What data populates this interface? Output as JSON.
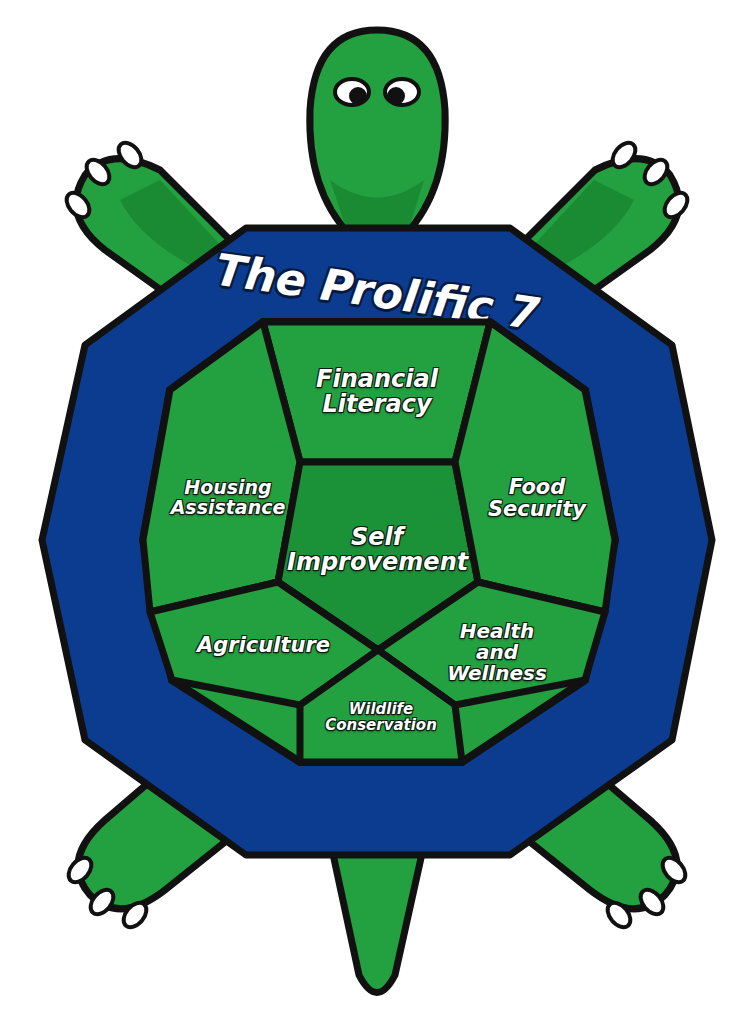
{
  "diagram": {
    "nodes": [
      {
        "text": [
          "The Prolific 7"
        ]
      },
      {
        "text": [
          "Financial Literacy"
        ],
        "in": 0
      },
      {
        "text": [
          "Housing Assistance"
        ],
        "in": 0
      },
      {
        "text": [
          "Self Improvement"
        ],
        "in": 0
      },
      {
        "text": [
          "Food Security"
        ],
        "in": 0
      },
      {
        "text": [
          "Agriculture"
        ],
        "in": 0
      },
      {
        "text": [
          "Health and Wellness"
        ],
        "in": 0
      },
      {
        "text": [
          "Wildlife Conservation"
        ],
        "in": 0
      }
    ]
  }
}
